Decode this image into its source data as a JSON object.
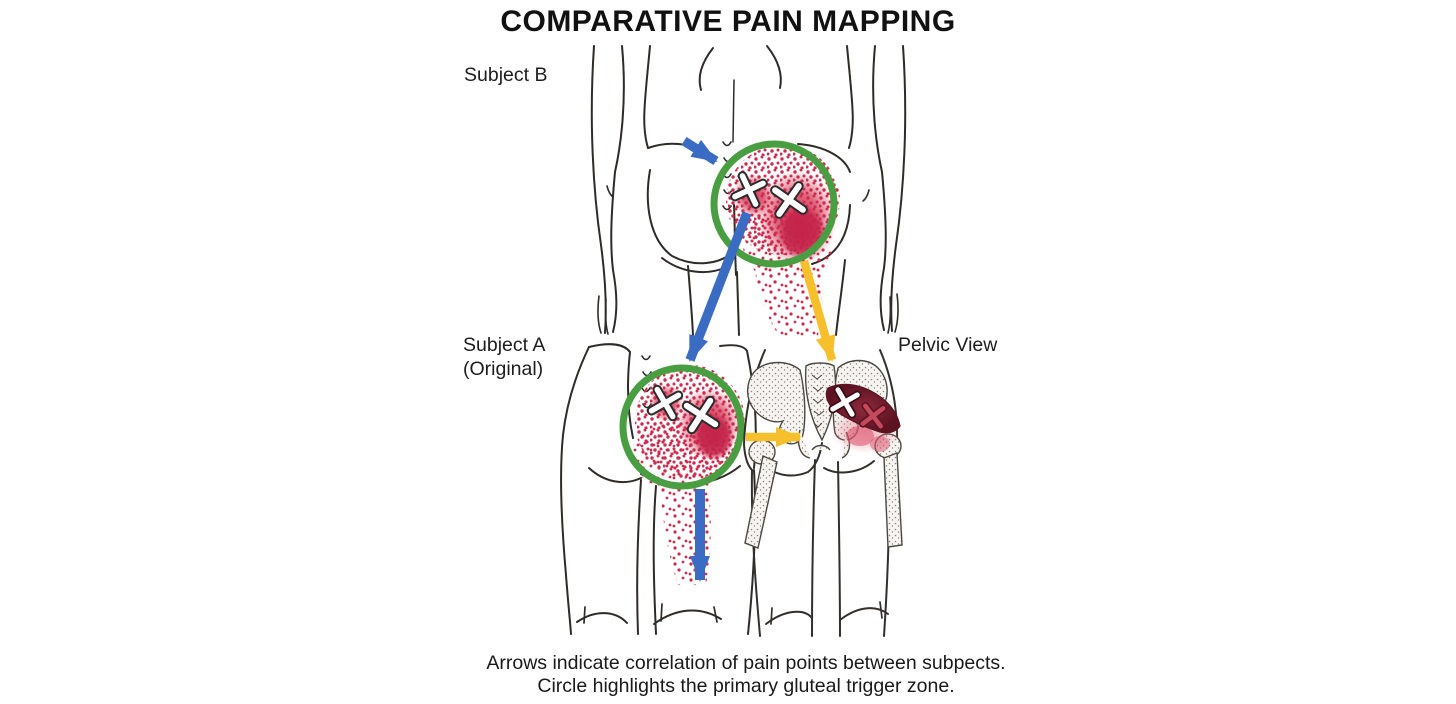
{
  "title": "COMPARATIVE PAIN MAPPING",
  "panels": {
    "subject_b_label": "Subject B",
    "subject_a_label_line1": "Subject A",
    "subject_a_label_line2": "(Original)",
    "pelvic_view_label": "Pelvic View"
  },
  "caption": {
    "line1": "Arrows indicate correlation of pain points between subpects.",
    "line2": "Circle highlights the primary gluteal trigger zone."
  },
  "icons": {
    "pain_trigger_x": "X"
  },
  "colors": {
    "correlation_arrow_blue": "#3a6cc3",
    "correlation_arrow_yellow": "#f5c02c",
    "trigger_zone_circle_green": "#4a9e42",
    "pain_stipple_red": "#d02a4c",
    "piriformis_muscle_dark_red": "#7a1e30",
    "referred_pain_glow_pink": "#e8788c",
    "line_art_ink": "#2f2b28",
    "bone_stipple_gray": "#8b857c"
  }
}
